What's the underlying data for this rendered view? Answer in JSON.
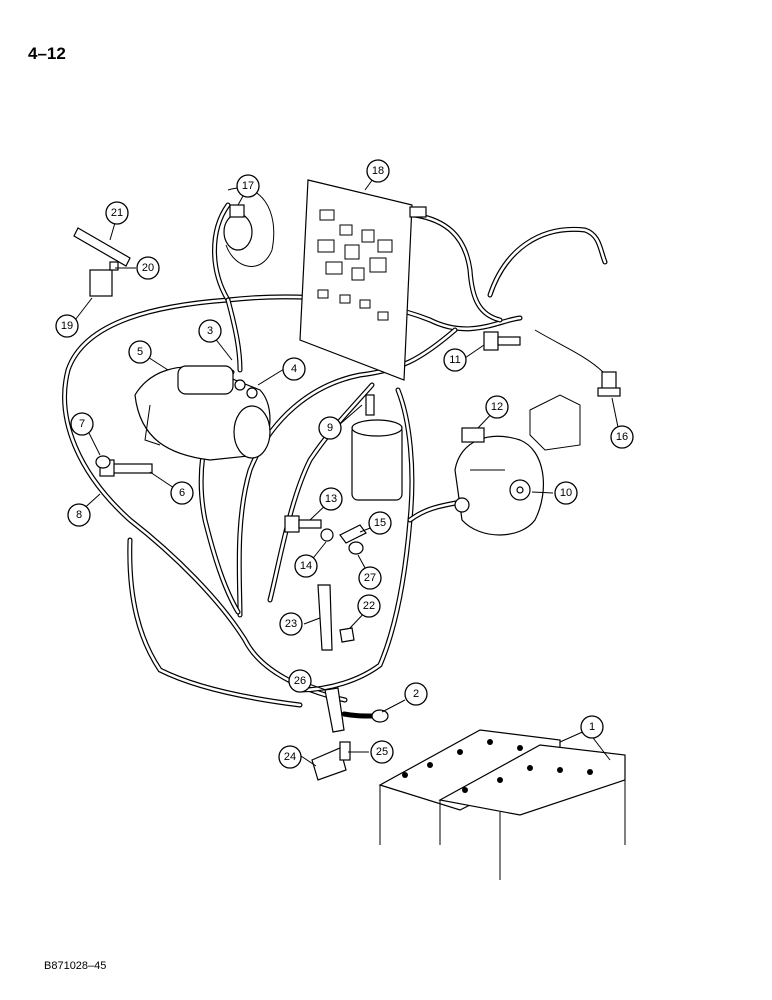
{
  "page": {
    "number": "4–12",
    "figure_code": "B871028–45"
  },
  "callouts": [
    "1",
    "2",
    "3",
    "4",
    "5",
    "6",
    "7",
    "8",
    "9",
    "10",
    "11",
    "12",
    "13",
    "14",
    "15",
    "16",
    "17",
    "18",
    "19",
    "20",
    "21",
    "22",
    "23",
    "24",
    "25",
    "26",
    "27"
  ]
}
